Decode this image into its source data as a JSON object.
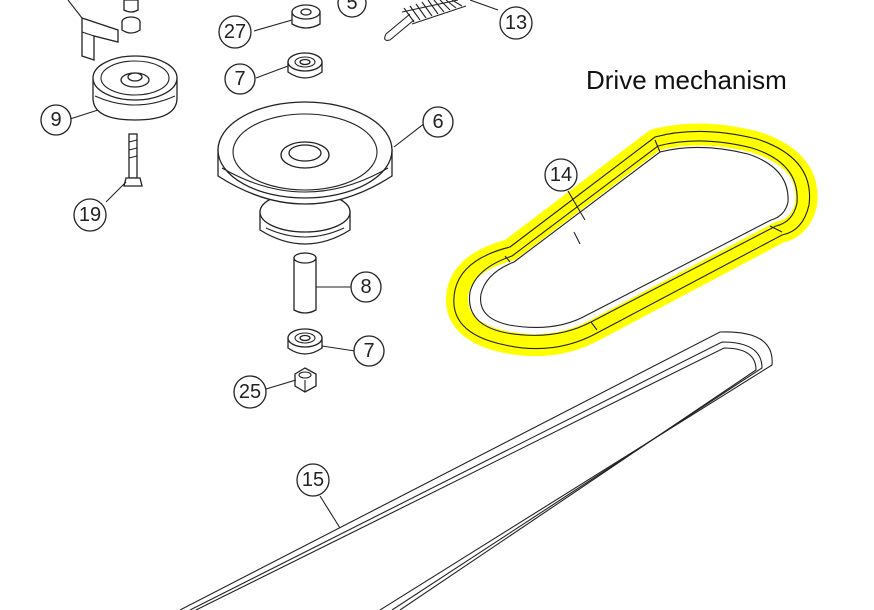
{
  "title": "Drive mechanism",
  "highlight_color": "#ffff00",
  "callouts": {
    "c9": "9",
    "c19": "19",
    "c27": "27",
    "c7a": "7",
    "c5": "5",
    "c13": "13",
    "c6": "6",
    "c8": "8",
    "c7b": "7",
    "c25": "25",
    "c14": "14",
    "c15": "15"
  }
}
